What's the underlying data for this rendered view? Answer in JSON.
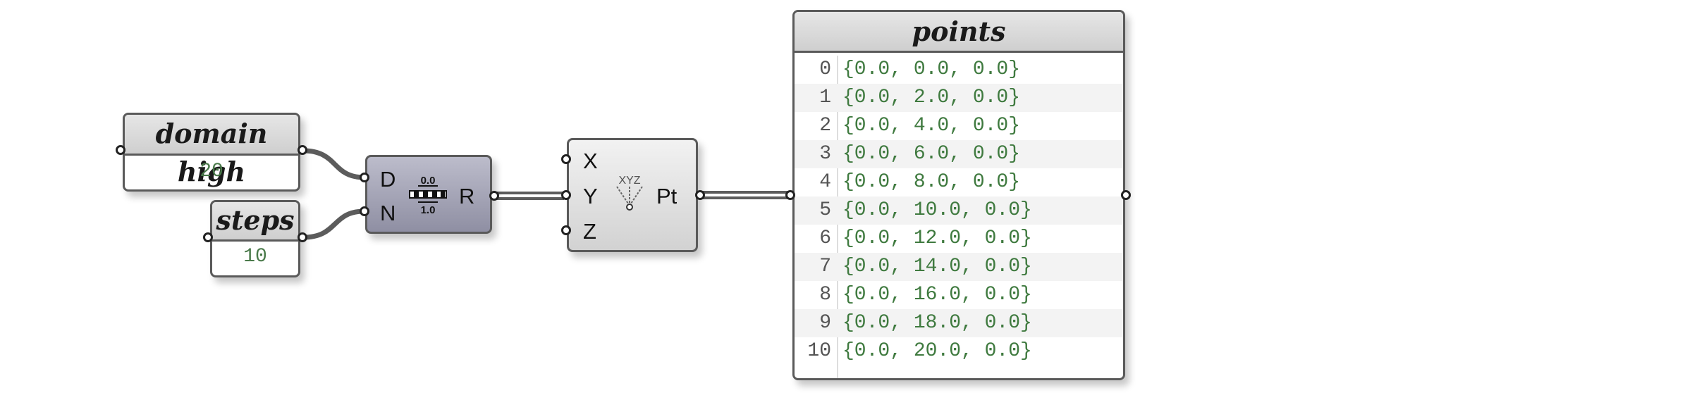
{
  "nodes": {
    "domain_high": {
      "title": "domain high",
      "value": "20"
    },
    "steps": {
      "title": "steps",
      "value": "10"
    },
    "range": {
      "inputs": [
        "D",
        "N"
      ],
      "output": "R",
      "icon": "range-icon",
      "icon_labels": [
        "0.0",
        "1.0"
      ]
    },
    "construct_point": {
      "inputs": [
        "X",
        "Y",
        "Z"
      ],
      "output": "Pt",
      "icon": "construct-point-icon",
      "icon_label": "XYZ"
    },
    "points_panel": {
      "title": "points",
      "rows": [
        {
          "index": "0",
          "value": "{0.0, 0.0, 0.0}"
        },
        {
          "index": "1",
          "value": "{0.0, 2.0, 0.0}"
        },
        {
          "index": "2",
          "value": "{0.0, 4.0, 0.0}"
        },
        {
          "index": "3",
          "value": "{0.0, 6.0, 0.0}"
        },
        {
          "index": "4",
          "value": "{0.0, 8.0, 0.0}"
        },
        {
          "index": "5",
          "value": "{0.0, 10.0, 0.0}"
        },
        {
          "index": "6",
          "value": "{0.0, 12.0, 0.0}"
        },
        {
          "index": "7",
          "value": "{0.0, 14.0, 0.0}"
        },
        {
          "index": "8",
          "value": "{0.0, 16.0, 0.0}"
        },
        {
          "index": "9",
          "value": "{0.0, 18.0, 0.0}"
        },
        {
          "index": "10",
          "value": "{0.0, 20.0, 0.0}"
        }
      ]
    }
  },
  "colors": {
    "wire": "#5c5c5c",
    "value_text": "#3f7a3f",
    "range_body": "#9a9aae",
    "point_body": "#e0e0e0"
  }
}
